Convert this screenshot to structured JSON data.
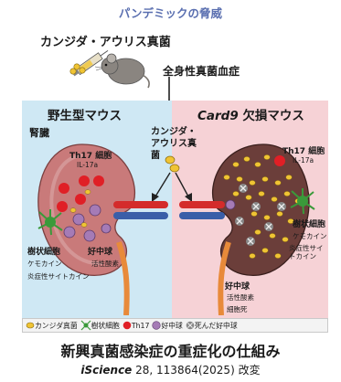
{
  "header": {
    "title": "パンデミックの脅威",
    "fungus_label": "カンジダ・アウリス真菌",
    "sepsis_label": "全身性真菌血症"
  },
  "left_panel": {
    "title": "野生型マウス",
    "organ": "腎臓",
    "th17_label": "Th17 細胞",
    "il17a": "IL-17a",
    "dendritic_label": "樹状細胞",
    "chemokine_label": "ケモカイン",
    "cytokine_label": "炎症性サイトカイン",
    "neutrophil_label": "好中球",
    "activity_label": "活性酸素"
  },
  "center": {
    "fungus_label": "カンジダ・アウリス真菌"
  },
  "right_panel": {
    "title_italic": "Card9",
    "title_rest": " 欠損マウス",
    "th17_label": "Th17 細胞",
    "il17a": "IL-17a",
    "dendritic_label": "樹状細胞",
    "chemokine_label": "ケモカイン",
    "cytokine_label": "炎症性サイトカイン",
    "neutrophil_label": "好中球",
    "activity_label": "活性酸素",
    "death_label": "細胞死"
  },
  "legend": {
    "items": [
      "カンジダ真菌",
      "樹状細胞",
      "Th17",
      "好中球",
      "死んだ好中球"
    ]
  },
  "caption": "新興真菌感染症の重症化の仕組み",
  "citation": {
    "journal": "iScience",
    "rest": " 28, 113864(2025) 改変"
  },
  "colors": {
    "fungus": "#f0c434",
    "th17": "#e01f26",
    "neutrophil": "#a57bb6",
    "kidney_left": "#c97a7a",
    "kidney_right": "#6b3e3a",
    "panel_left": "#cfe8f4",
    "panel_right": "#f6d2d6"
  },
  "icons": [
    "mouse-icon",
    "syringe-icon",
    "kidney-icon",
    "ureter-icon",
    "blood-vessel-icon",
    "dendritic-cell-icon",
    "neutrophil-icon",
    "dead-neutrophil-icon",
    "th17-cell-icon",
    "fungus-icon"
  ]
}
